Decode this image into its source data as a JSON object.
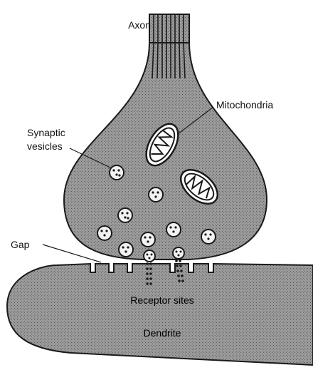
{
  "title": "",
  "labels": {
    "axon": "Axon",
    "mitochondria": "Mitochondria",
    "synaptic_vesicles_line1": "Synaptic",
    "synaptic_vesicles_line2": "vesicles",
    "gap": "Gap",
    "receptor_sites": "Receptor sites",
    "dendrite": "Dendrite"
  },
  "colors": {
    "tissue_fill": "#8e8e8e",
    "outline": "#1a1a1a",
    "vesicle_fill": "#f2f2f2",
    "background": "#ffffff"
  }
}
